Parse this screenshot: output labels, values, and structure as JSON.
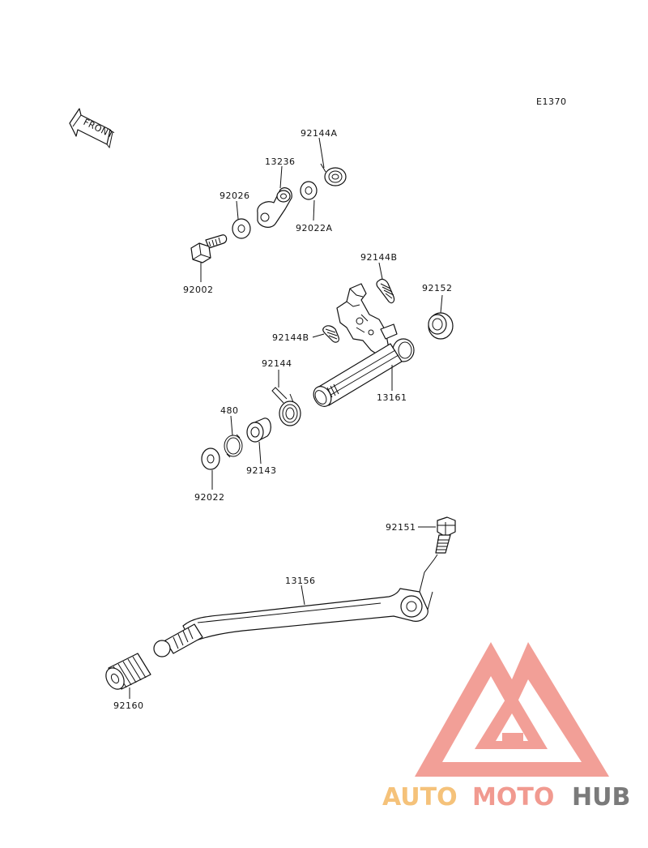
{
  "diagram_code": "E1370",
  "front_arrow_label": "FRONT",
  "parts": [
    {
      "id": "p-92144A",
      "label": "92144A"
    },
    {
      "id": "p-13236",
      "label": "13236"
    },
    {
      "id": "p-92026",
      "label": "92026"
    },
    {
      "id": "p-92022A",
      "label": "92022A"
    },
    {
      "id": "p-92002",
      "label": "92002"
    },
    {
      "id": "p-92144B-top",
      "label": "92144B"
    },
    {
      "id": "p-92152",
      "label": "92152"
    },
    {
      "id": "p-92144B-mid",
      "label": "92144B"
    },
    {
      "id": "p-92144",
      "label": "92144"
    },
    {
      "id": "p-13161",
      "label": "13161"
    },
    {
      "id": "p-480",
      "label": "480"
    },
    {
      "id": "p-92143",
      "label": "92143"
    },
    {
      "id": "p-92022",
      "label": "92022"
    },
    {
      "id": "p-92151",
      "label": "92151"
    },
    {
      "id": "p-13156",
      "label": "13156"
    },
    {
      "id": "p-92160",
      "label": "92160"
    }
  ],
  "watermark": {
    "word_1": "AUTO",
    "word_2": "MOTO",
    "word_3": "HUB",
    "colors": {
      "auto": "#f5c27a",
      "moto": "#f19a90",
      "hub": "#7a7a7a",
      "logo": "#f08f86"
    }
  }
}
